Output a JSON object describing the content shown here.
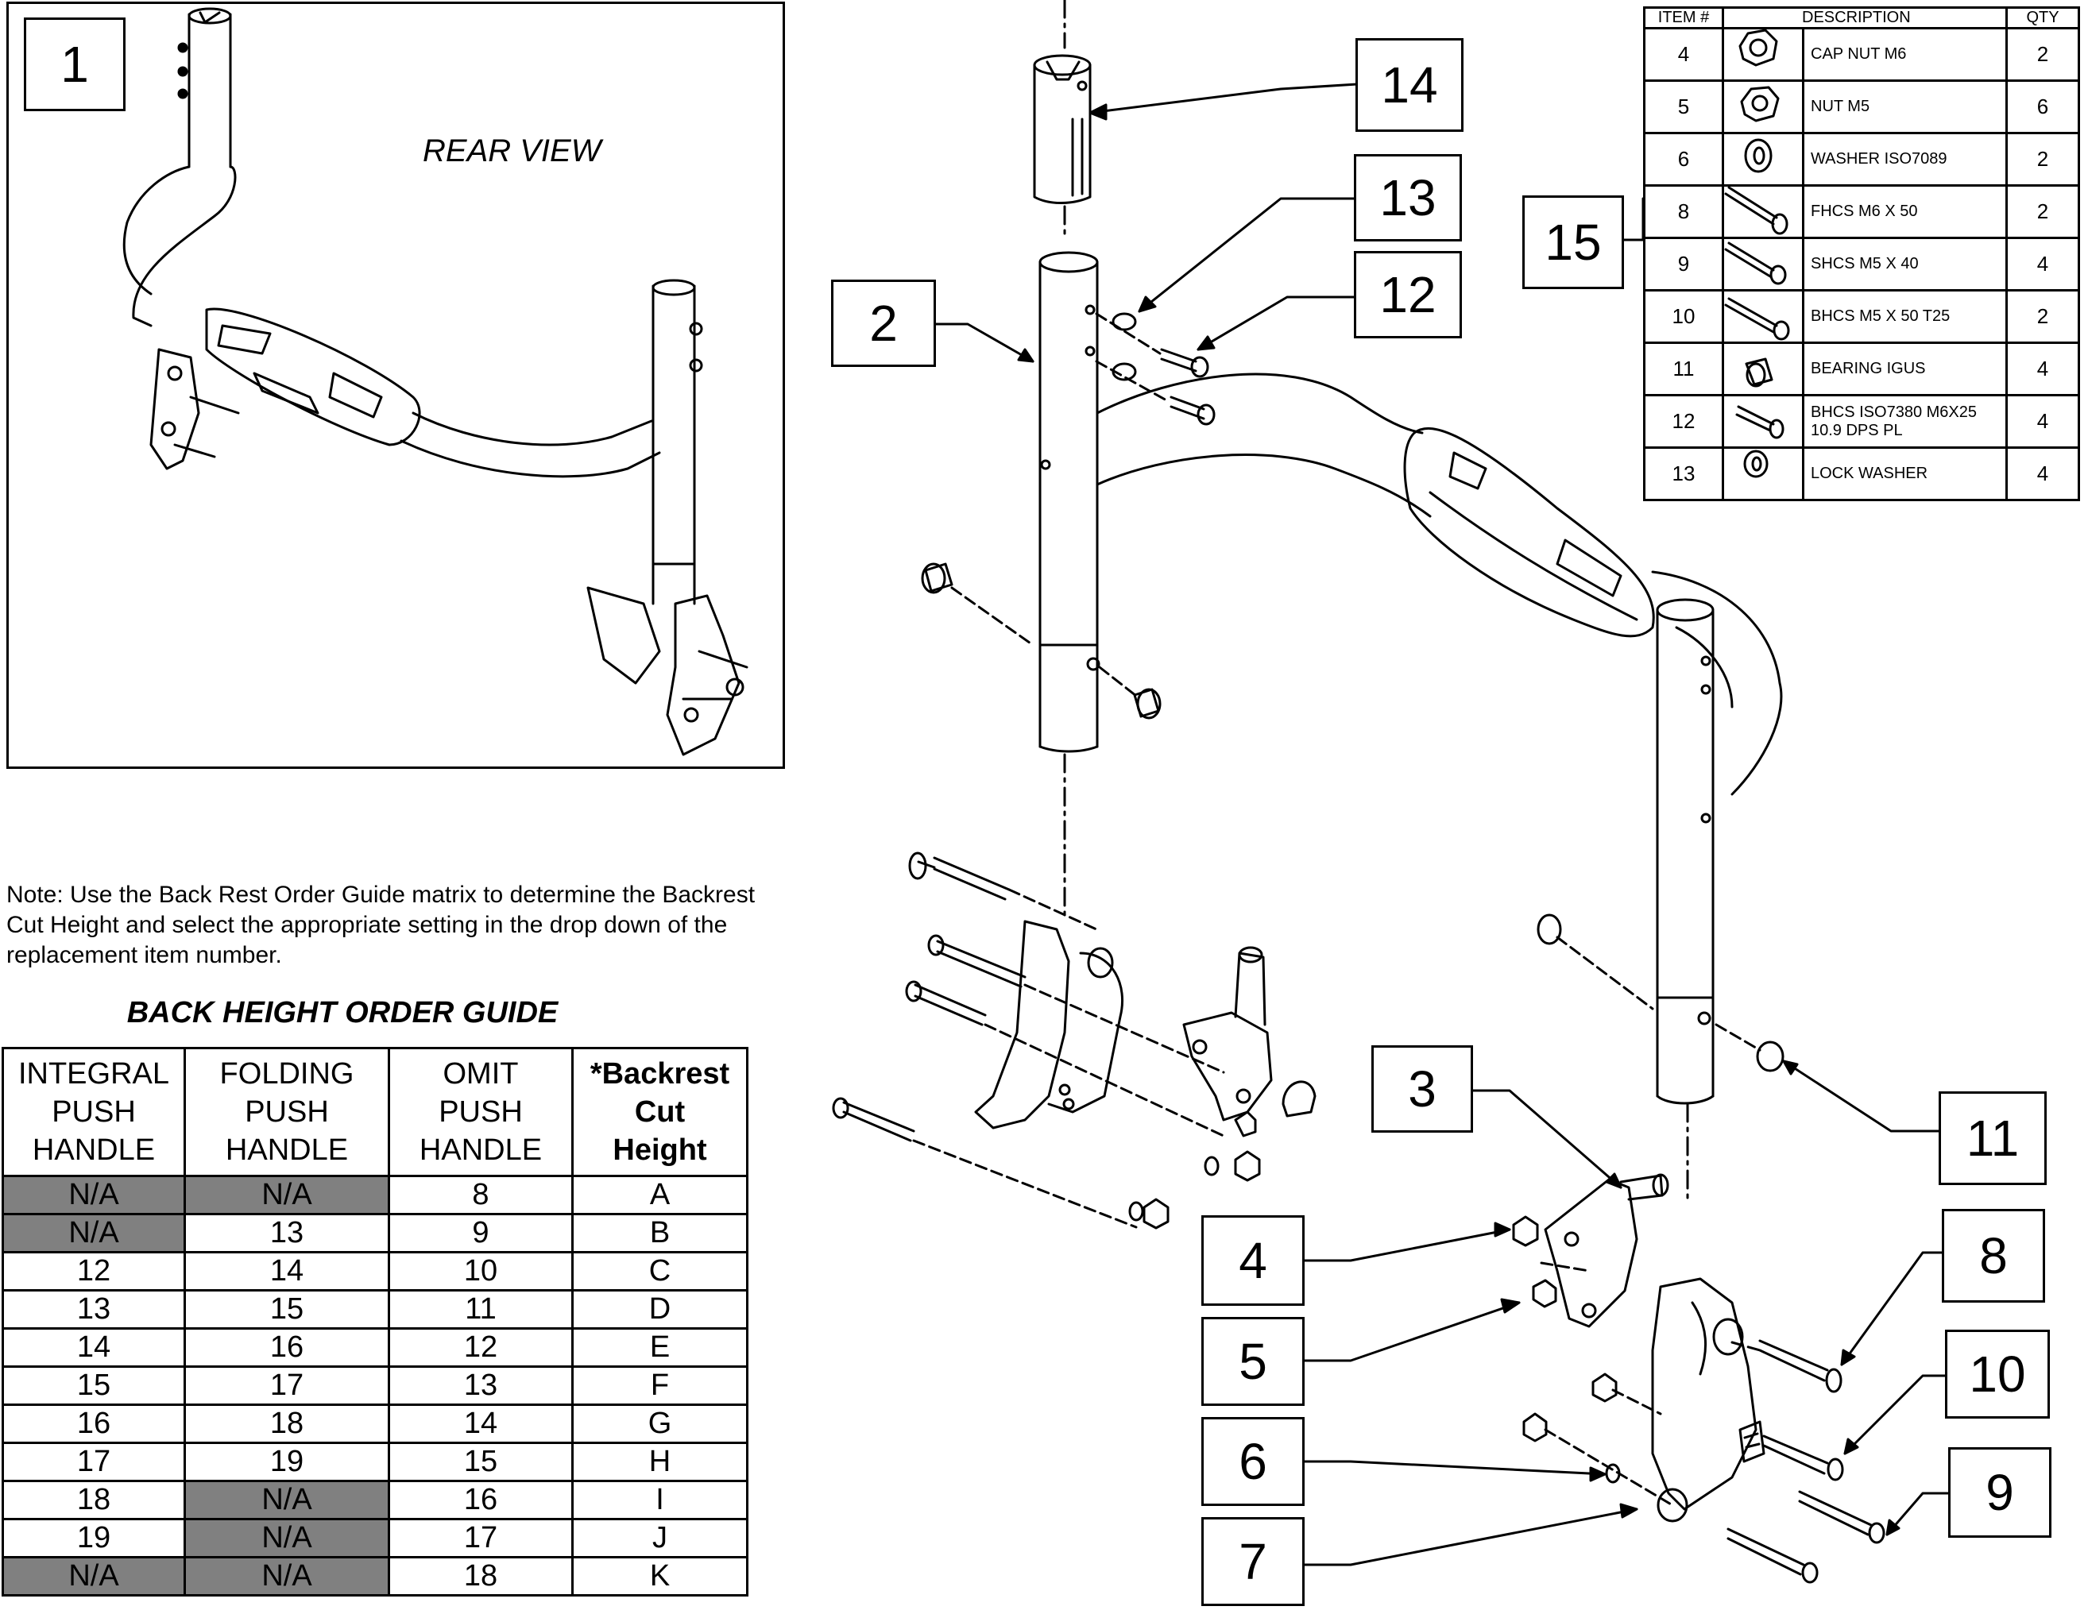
{
  "inset": {
    "number": "1",
    "title": "REAR VIEW"
  },
  "callouts": {
    "c2": "2",
    "c3": "3",
    "c4": "4",
    "c5": "5",
    "c6": "6",
    "c7": "7",
    "c8": "8",
    "c9": "9",
    "c10": "10",
    "c11": "11",
    "c12": "12",
    "c13": "13",
    "c14": "14",
    "c15": "15"
  },
  "note": "Note: Use the Back Rest Order Guide matrix to determine the Backrest Cut Height and select the appropriate setting in the drop down of the replacement item number.",
  "guide": {
    "title": "BACK HEIGHT ORDER GUIDE",
    "headers": [
      [
        "INTEGRAL",
        "PUSH",
        "HANDLE"
      ],
      [
        "FOLDING",
        "PUSH",
        "HANDLE"
      ],
      [
        "OMIT",
        "PUSH",
        "HANDLE"
      ],
      [
        "*Backrest",
        "Cut",
        "Height"
      ]
    ],
    "rows": [
      [
        "N/A",
        "N/A",
        "8",
        "A"
      ],
      [
        "N/A",
        "13",
        "9",
        "B"
      ],
      [
        "12",
        "14",
        "10",
        "C"
      ],
      [
        "13",
        "15",
        "11",
        "D"
      ],
      [
        "14",
        "16",
        "12",
        "E"
      ],
      [
        "15",
        "17",
        "13",
        "F"
      ],
      [
        "16",
        "18",
        "14",
        "G"
      ],
      [
        "17",
        "19",
        "15",
        "H"
      ],
      [
        "18",
        "N/A",
        "16",
        "I"
      ],
      [
        "19",
        "N/A",
        "17",
        "J"
      ],
      [
        "N/A",
        "N/A",
        "18",
        "K"
      ]
    ]
  },
  "parts": {
    "headers": [
      "ITEM #",
      "DESCRIPTION",
      "QTY"
    ],
    "rows": [
      {
        "item": "4",
        "icon": "cap-nut-icon",
        "desc": "CAP NUT M6",
        "qty": "2"
      },
      {
        "item": "5",
        "icon": "hex-nut-icon",
        "desc": "NUT M5",
        "qty": "6"
      },
      {
        "item": "6",
        "icon": "washer-icon",
        "desc": "WASHER ISO7089",
        "qty": "2"
      },
      {
        "item": "8",
        "icon": "screw-icon",
        "desc": "FHCS M6 X 50",
        "qty": "2"
      },
      {
        "item": "9",
        "icon": "screw-icon",
        "desc": "SHCS M5 X 40",
        "qty": "4"
      },
      {
        "item": "10",
        "icon": "screw-icon",
        "desc": "BHCS M5 X 50 T25",
        "qty": "2"
      },
      {
        "item": "11",
        "icon": "bearing-icon",
        "desc": "BEARING IGUS",
        "qty": "4"
      },
      {
        "item": "12",
        "icon": "screw-icon",
        "desc": "BHCS ISO7380 M6X25 10.9 DPS PL",
        "qty": "4"
      },
      {
        "item": "13",
        "icon": "lock-washer-icon",
        "desc": "LOCK WASHER",
        "qty": "4"
      }
    ]
  }
}
